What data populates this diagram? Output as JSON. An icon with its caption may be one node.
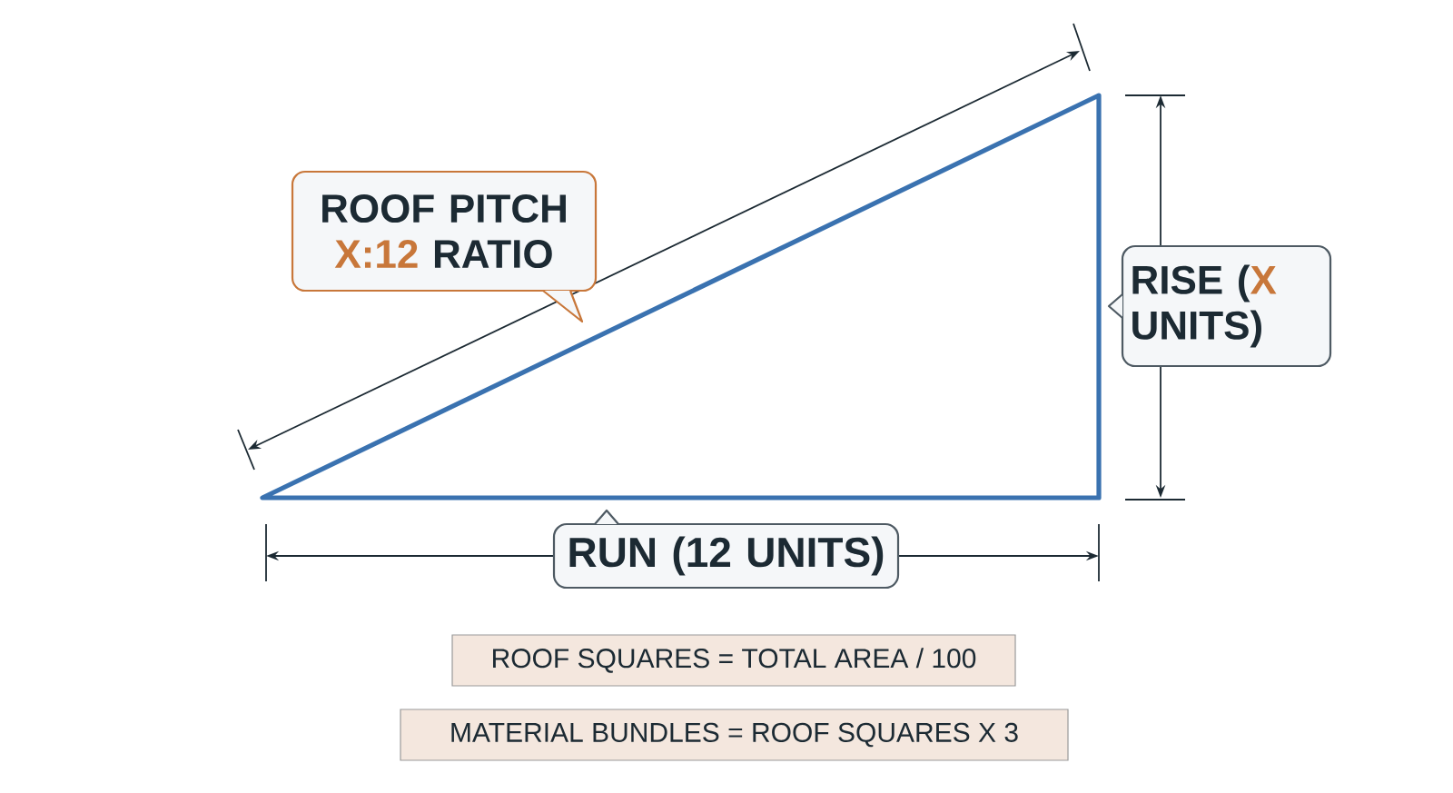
{
  "diagram": {
    "nodes": [
      {
        "text": [
          "ROOF PITCH **X:12** RATIO"
        ]
      },
      {
        "text": [
          "RISE (**X** UNITS)"
        ]
      },
      {
        "text": [
          "RUN (12 UNITS)"
        ]
      },
      {
        "text": [
          "ROOF SQUARES = TOTAL AREA / 100"
        ]
      },
      {
        "text": [
          "MATERIAL BUNDLES = ROOF SQUARES X 3"
        ]
      }
    ]
  }
}
